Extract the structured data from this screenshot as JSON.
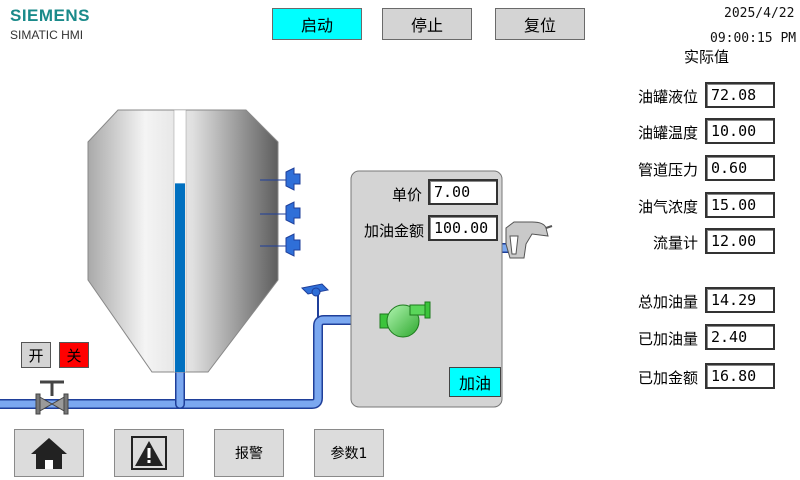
{
  "brand": {
    "name": "SIEMENS",
    "product": "SIMATIC HMI"
  },
  "header": {
    "start_label": "启动",
    "stop_label": "停止",
    "reset_label": "复位",
    "date": "2025/4/22",
    "time": "09:00:15 PM",
    "colors": {
      "active": "#00ffff",
      "inactive": "#d4d4d4"
    }
  },
  "actual": {
    "title": "实际值",
    "rows": [
      {
        "label": "油罐液位",
        "value": "72.08"
      },
      {
        "label": "油罐温度",
        "value": "10.00"
      },
      {
        "label": "管道压力",
        "value": "0.60"
      },
      {
        "label": "油气浓度",
        "value": "15.00"
      },
      {
        "label": "流量计",
        "value": "12.00"
      }
    ],
    "totals": [
      {
        "label": "总加油量",
        "value": "14.29"
      },
      {
        "label": "已加油量",
        "value": "2.40"
      },
      {
        "label": "已加金额",
        "value": "16.80"
      }
    ]
  },
  "dispenser": {
    "price_label": "单价",
    "price_value": "7.00",
    "amount_label": "加油金额",
    "amount_value": "100.00",
    "fuel_button": "加油"
  },
  "valve": {
    "open_label": "开",
    "close_label": "关",
    "close_color": "#ff0000"
  },
  "tank": {
    "level_fraction": 0.72,
    "level_color": "#0070c0"
  },
  "footer": {
    "home_icon": "home-icon",
    "alarm_view_icon": "warning-icon",
    "alarm_label": "报警",
    "param_label": "参数1"
  }
}
